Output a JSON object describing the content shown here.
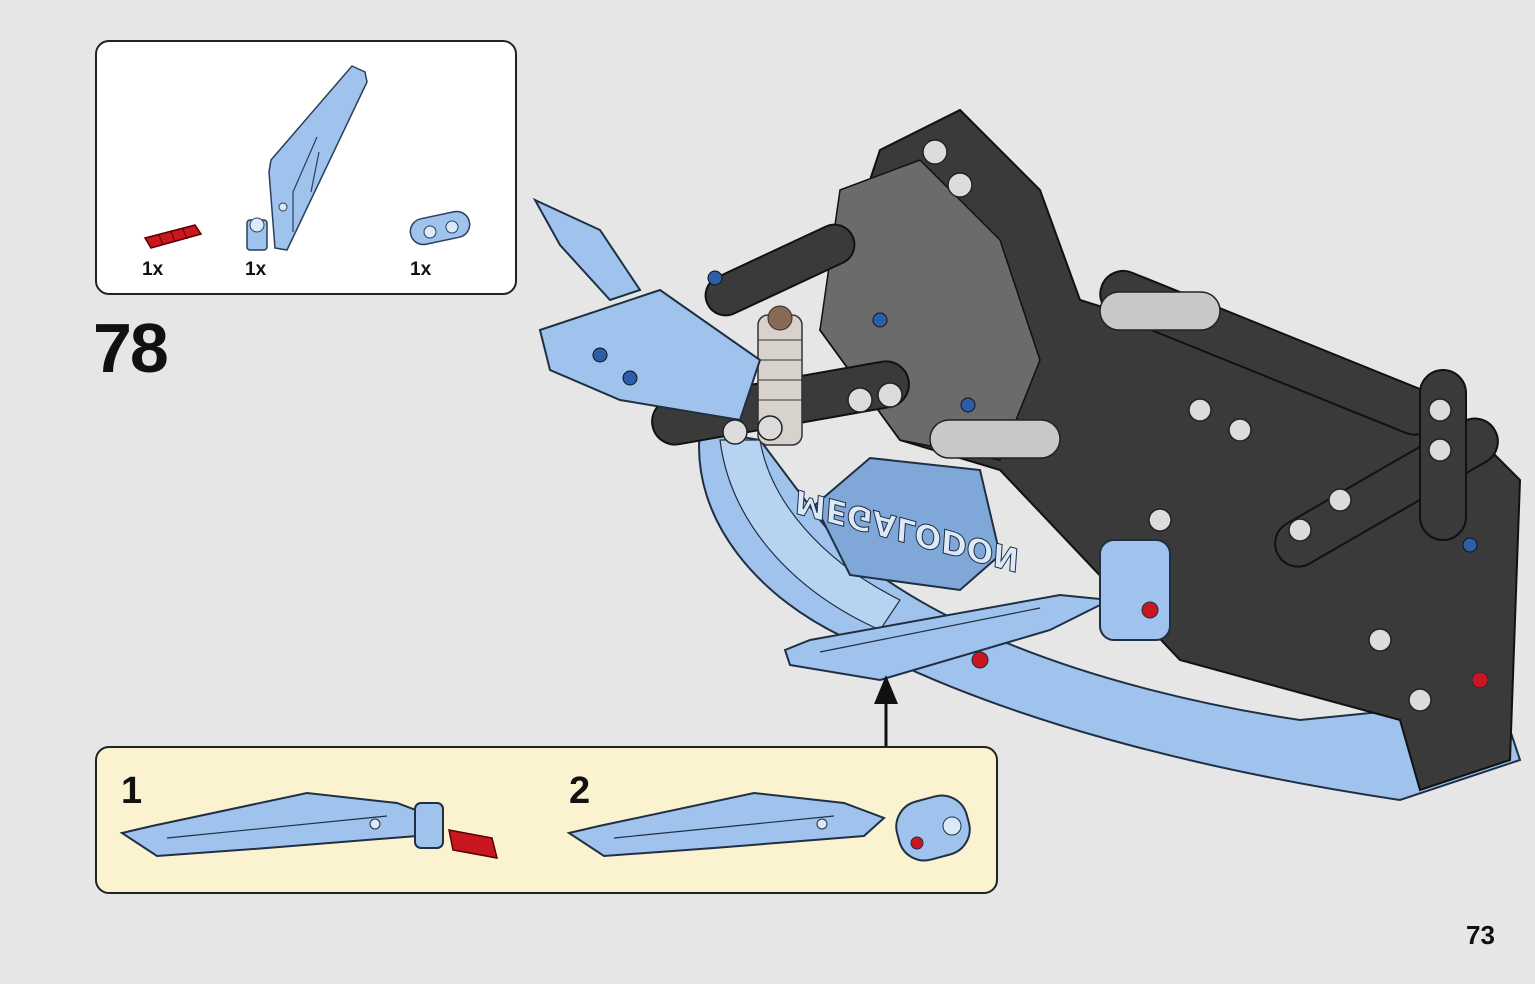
{
  "parts_list": {
    "items": [
      {
        "name": "red-axle-connector",
        "quantity": "1x",
        "color": "#c8171e"
      },
      {
        "name": "blue-wing-panel",
        "quantity": "1x",
        "color": "#9fc3ec"
      },
      {
        "name": "blue-beam-2",
        "quantity": "1x",
        "color": "#9fc3ec"
      }
    ]
  },
  "step": {
    "number": "78"
  },
  "model": {
    "logo_text": "MEGALODON"
  },
  "substeps": [
    {
      "number": "1"
    },
    {
      "number": "2"
    }
  ],
  "page": {
    "number": "73"
  },
  "colors": {
    "background": "#e6e6e6",
    "light_blue": "#9fc3ec",
    "dark_grey": "#3a3a3a",
    "light_grey": "#c8c8c8",
    "red": "#c8171e",
    "substep_background": "#fbf3cf"
  }
}
